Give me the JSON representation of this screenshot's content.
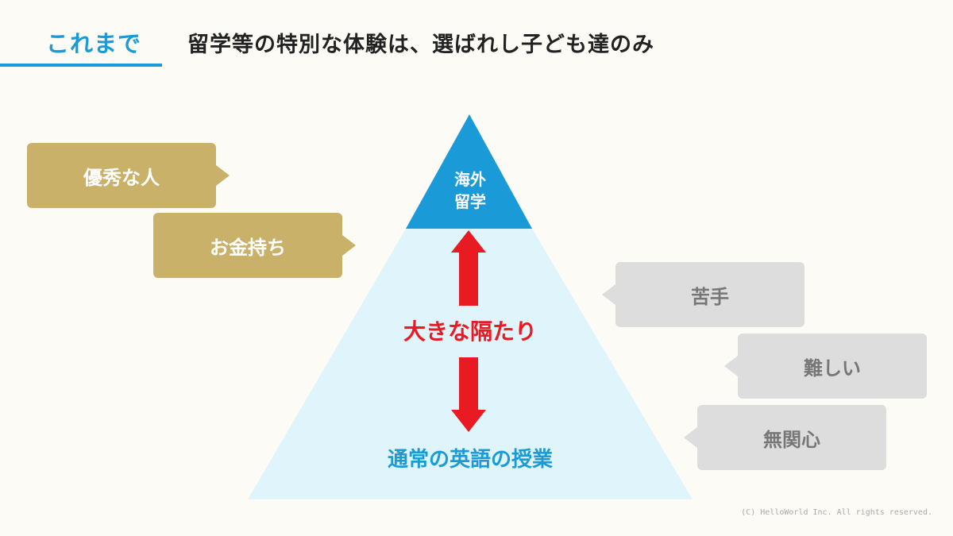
{
  "header": {
    "label": "これまで",
    "title": "留学等の特別な体験は、選ばれし子ども達のみ"
  },
  "left_bubbles": [
    {
      "text": "優秀な人"
    },
    {
      "text": "お金持ち"
    }
  ],
  "right_bubbles": [
    {
      "text": "苦手"
    },
    {
      "text": "難しい"
    },
    {
      "text": "無関心"
    }
  ],
  "pyramid": {
    "peak_line1": "海外",
    "peak_line2": "留学",
    "gap_label": "大きな隔たり",
    "base_label": "通常の英語の授業"
  },
  "colors": {
    "accent_blue": "#1a9bd7",
    "pyramid_base": "#dff4fb",
    "gold": "#c9b16a",
    "gray": "#dddddd",
    "arrow_red": "#e81b23"
  },
  "copyright": "(C) HelloWorld Inc. All rights reserved."
}
